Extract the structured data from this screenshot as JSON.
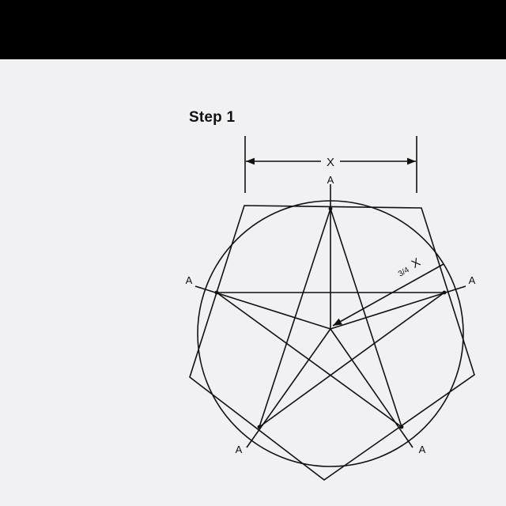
{
  "step": {
    "title": "Step 1"
  },
  "labels": {
    "dimension": "X",
    "radius_fraction": "3/4",
    "radius_var": "X",
    "vertex": "A"
  },
  "colors": {
    "ink": "#111111",
    "paper": "#f1f1f4",
    "band": "#000000"
  }
}
